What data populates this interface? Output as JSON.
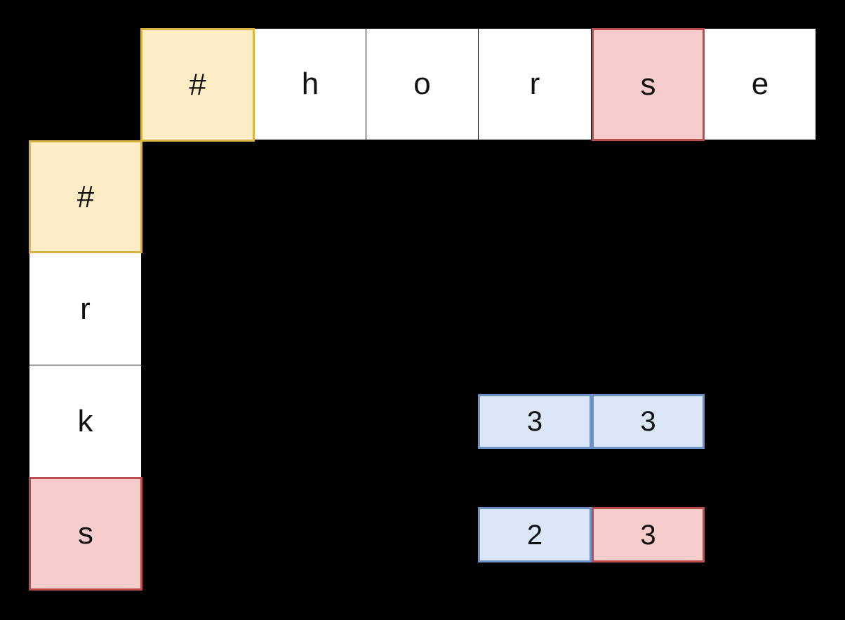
{
  "table": {
    "column_headers": [
      "#",
      "h",
      "o",
      "r",
      "s",
      "e"
    ],
    "row_headers": [
      "#",
      "r",
      "k",
      "s"
    ],
    "highlighted_column_letter": "s",
    "highlighted_row_letter": "s",
    "origin_marker": "#"
  },
  "colors": {
    "background": "#000000",
    "cell_fill": "#ffffff",
    "cell_border": "#000000",
    "highlight_yellow_fill": "#FDEDC4",
    "highlight_yellow_border": "#D9B443",
    "highlight_pink_fill": "#F7CCCC",
    "highlight_pink_border": "#BB4F4F",
    "value_blue_fill": "#DBE6F8",
    "value_blue_border": "#6D92C8",
    "text": "#111111"
  },
  "header_row": {
    "cells": [
      {
        "label": "#",
        "style": "hl-yellow"
      },
      {
        "label": "h",
        "style": "plain"
      },
      {
        "label": "o",
        "style": "plain"
      },
      {
        "label": "r",
        "style": "plain"
      },
      {
        "label": "s",
        "style": "hl-pink"
      },
      {
        "label": "e",
        "style": "plain"
      }
    ]
  },
  "header_column": {
    "cells": [
      {
        "label": "#",
        "style": "hl-yellow"
      },
      {
        "label": "r",
        "style": "plain"
      },
      {
        "label": "k",
        "style": "plain"
      },
      {
        "label": "s",
        "style": "hl-pink"
      }
    ]
  },
  "value_rows": [
    {
      "row_label": "k",
      "values": [
        {
          "label": "3",
          "style": "val-blue"
        },
        {
          "label": "3",
          "style": "val-blue"
        }
      ]
    },
    {
      "row_label": "s",
      "values": [
        {
          "label": "2",
          "style": "val-blue"
        },
        {
          "label": "3",
          "style": "val-pink"
        }
      ]
    }
  ]
}
